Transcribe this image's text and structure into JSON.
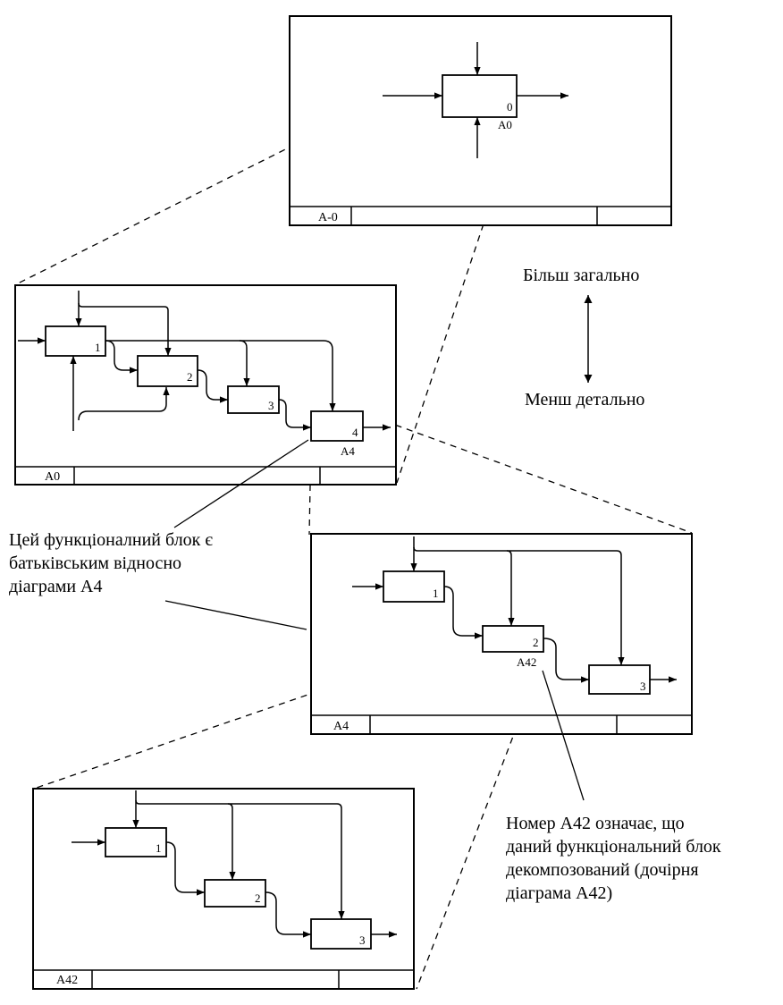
{
  "diagrams": {
    "a0_context": {
      "node_number": "0",
      "node_label": "A0",
      "frame_label": "A-0"
    },
    "a0": {
      "box_numbers": [
        "1",
        "2",
        "3",
        "4"
      ],
      "box4_label": "A4",
      "frame_label": "A0"
    },
    "a4": {
      "box_numbers": [
        "1",
        "2",
        "3"
      ],
      "box2_label": "A42",
      "frame_label": "A4"
    },
    "a42": {
      "box_numbers": [
        "1",
        "2",
        "3"
      ],
      "frame_label": "A42"
    }
  },
  "scale": {
    "top_label": "Більш загально",
    "bottom_label": "Менш детально"
  },
  "notes": {
    "parent_note": [
      "Цей функціоналний блок є",
      "батьківським відносно",
      "діаграми А4"
    ],
    "decomposed_note": [
      "Номер А42 означає, що",
      "даний функціональний блок",
      "декомпозований (дочірня",
      "діаграма А42)"
    ]
  }
}
